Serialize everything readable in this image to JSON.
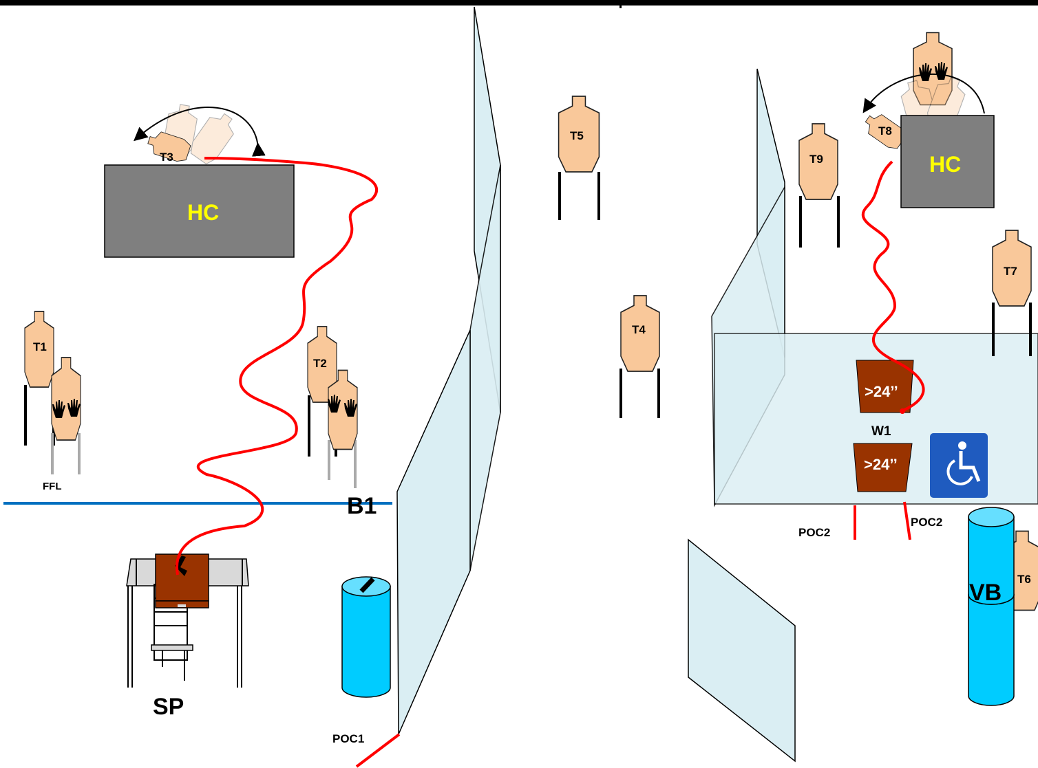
{
  "diagram": {
    "labels": {
      "targets": [
        "T1",
        "T2",
        "T3",
        "T4",
        "T5",
        "T6",
        "T7",
        "T8",
        "T9"
      ],
      "hard_cover": "HC",
      "start_position": "SP",
      "fault_line": "FFL",
      "barrel_1": "B1",
      "vertical_barrels": "VB",
      "window": "W1",
      "window_height": ">24’’",
      "poc1": "POC1",
      "poc2": "POC2"
    },
    "colors": {
      "target_fill": "#f9c89a",
      "hard_cover_fill": "#7f7f7f",
      "hc_text": "#ffff00",
      "path_red": "#ff0000",
      "fault_line_blue": "#0070c0",
      "barrel_blue": "#00ccff",
      "wall_glass": "#daeef3",
      "wood_brown": "#993300",
      "accessibility_blue": "#1f5bbf"
    },
    "icons": [
      "hand-icon",
      "pistol-icon",
      "wheelchair-icon",
      "rotation-arrow-icon"
    ]
  }
}
